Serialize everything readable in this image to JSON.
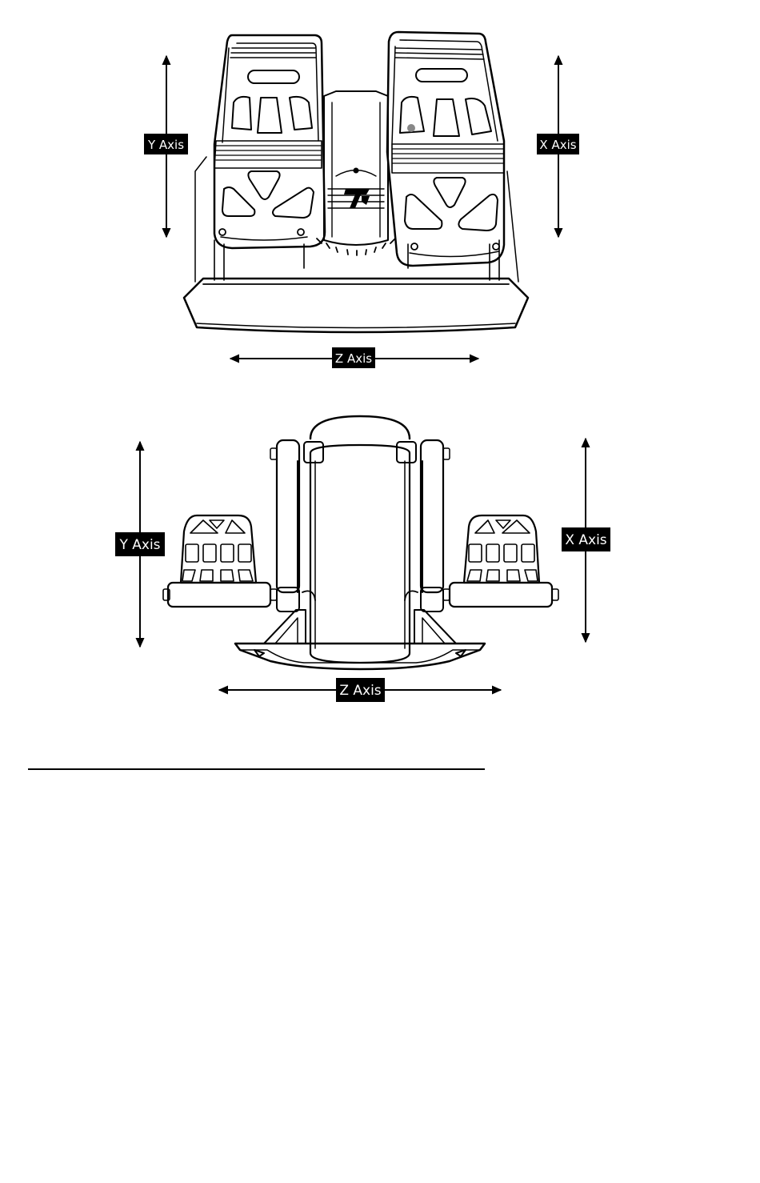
{
  "figure_top": {
    "labels": {
      "y_axis": "Y Axis",
      "x_axis": "X Axis",
      "z_axis": "Z Axis"
    },
    "logo_icon": "thrustmaster-logo-icon"
  },
  "figure_bottom": {
    "labels": {
      "y_axis": "Y Axis",
      "x_axis": "X Axis",
      "z_axis": "Z Axis"
    }
  },
  "colors": {
    "line": "#000000",
    "label_bg": "#000000",
    "label_text": "#ffffff",
    "page": "#ffffff"
  }
}
